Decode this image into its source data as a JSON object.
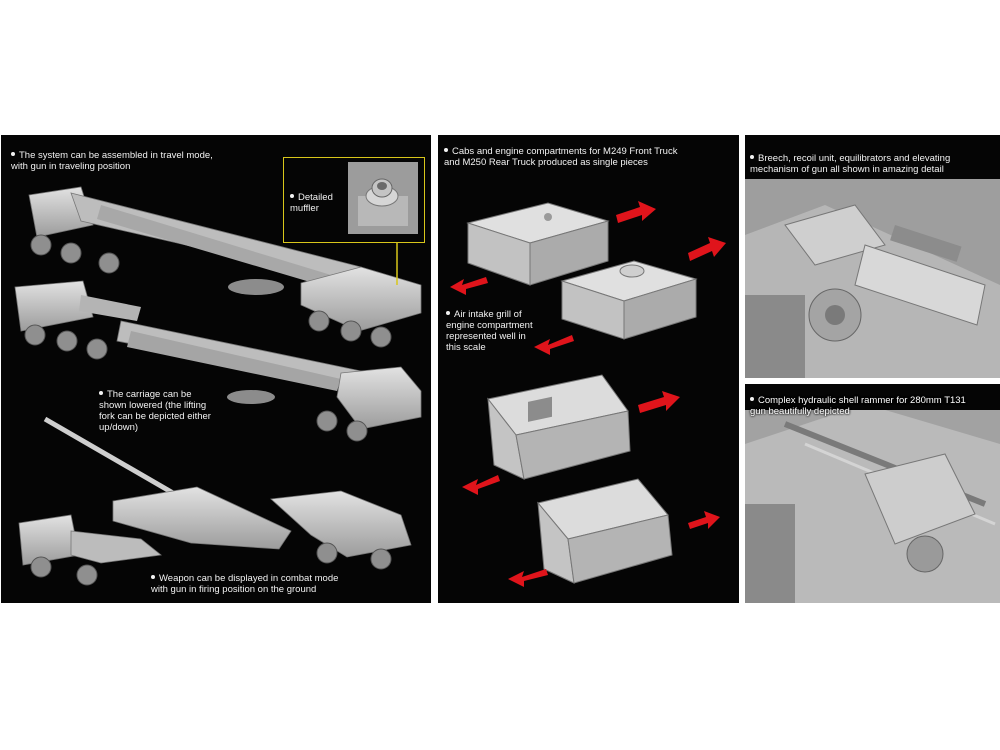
{
  "left_panel": {
    "caption_travel": "The system can be assembled in travel mode,\nwith gun in traveling position",
    "callout_label": "Detailed\nmuffler",
    "caption_carriage": "The carriage can be\nshown lowered (the lifting\nfork can be depicted either\nup/down)",
    "caption_combat": "Weapon can be displayed in combat mode\nwith gun in firing position on the ground"
  },
  "middle_panel": {
    "caption_cabs": "Cabs and engine compartments for M249 Front Truck\nand M250 Rear Truck produced as single pieces",
    "caption_grill": "Air intake grill of\nengine compartment\nrepresented well in\nthis scale"
  },
  "right_top_panel": {
    "caption_breech": "Breech, recoil unit, equilibrators and elevating\nmechanism of gun all shown in amazing detail"
  },
  "right_bottom_panel": {
    "caption_rammer": "Complex hydraulic shell rammer for 280mm T131\ngun beautifully depicted"
  },
  "colors": {
    "panel_background": "#050505",
    "model_grey": "#c8c8c8",
    "arrow_red": "#e0141b",
    "callout_border": "#d8c61a"
  }
}
